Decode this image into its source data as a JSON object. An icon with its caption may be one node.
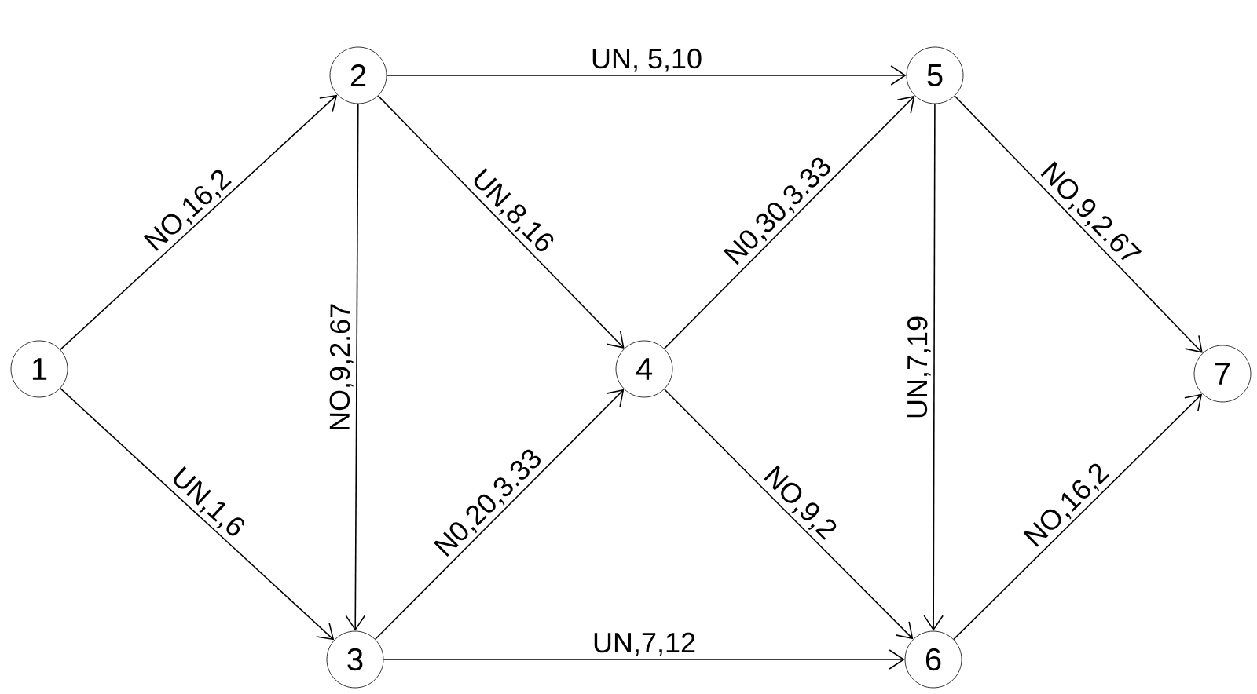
{
  "diagram": {
    "nodes": [
      {
        "text": [
          "1"
        ]
      },
      {
        "text": [
          "2"
        ]
      },
      {
        "text": [
          "3"
        ]
      },
      {
        "text": [
          "4"
        ]
      },
      {
        "text": [
          "5"
        ]
      },
      {
        "text": [
          "6"
        ]
      },
      {
        "text": [
          "7"
        ]
      }
    ],
    "edges": [
      {
        "from": 0,
        "to": 1,
        "arrow": "to",
        "label": "NO,16,2"
      },
      {
        "from": 0,
        "to": 2,
        "arrow": "to",
        "label": "UN,1,6"
      },
      {
        "from": 1,
        "to": 4,
        "arrow": "to",
        "label": "UN, 5,10"
      },
      {
        "from": 1,
        "to": 3,
        "arrow": "to",
        "label": "UN,8,16"
      },
      {
        "from": 1,
        "to": 2,
        "arrow": "to",
        "label": "NO,9,2.67"
      },
      {
        "from": 2,
        "to": 3,
        "arrow": "to",
        "label": "N0,20,3.33"
      },
      {
        "from": 2,
        "to": 5,
        "arrow": "to",
        "label": "UN,7,12"
      },
      {
        "from": 3,
        "to": 4,
        "arrow": "to",
        "label": "N0,30,3.33"
      },
      {
        "from": 3,
        "to": 5,
        "arrow": "to",
        "label": "NO,9,2"
      },
      {
        "from": 4,
        "to": 5,
        "arrow": "to",
        "label": "UN,7,19"
      },
      {
        "from": 4,
        "to": 6,
        "arrow": "to",
        "label": "NO,9,2.67"
      },
      {
        "from": 5,
        "to": 6,
        "arrow": "to",
        "label": "NO,16,2"
      }
    ]
  }
}
